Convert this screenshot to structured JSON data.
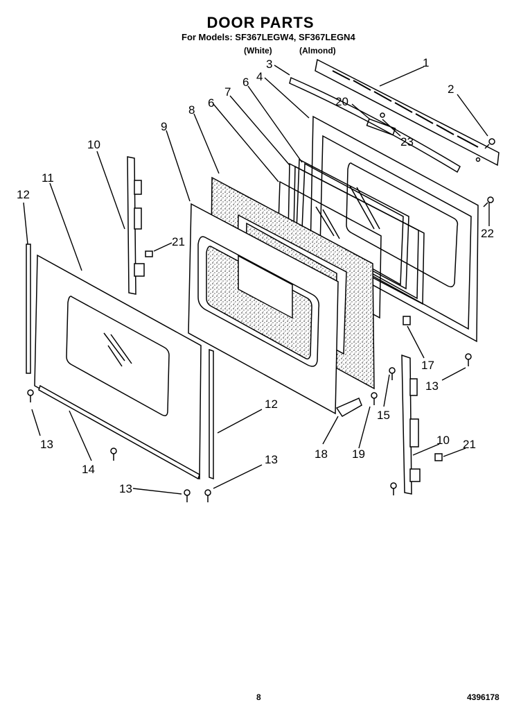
{
  "header": {
    "title": "DOOR PARTS",
    "models": "For Models: SF367LEGW4, SF367LEGN4",
    "variant_white": "(White)",
    "variant_almond": "(Almond)"
  },
  "callouts": [
    "1",
    "2",
    "3",
    "4",
    "6",
    "7",
    "6",
    "8",
    "9",
    "10",
    "11",
    "12",
    "20",
    "23",
    "21",
    "22",
    "17",
    "13",
    "15",
    "10",
    "21",
    "12",
    "13",
    "18",
    "19",
    "13",
    "14",
    "13"
  ],
  "footer": {
    "page_number": "8",
    "part_number": "4396178"
  }
}
